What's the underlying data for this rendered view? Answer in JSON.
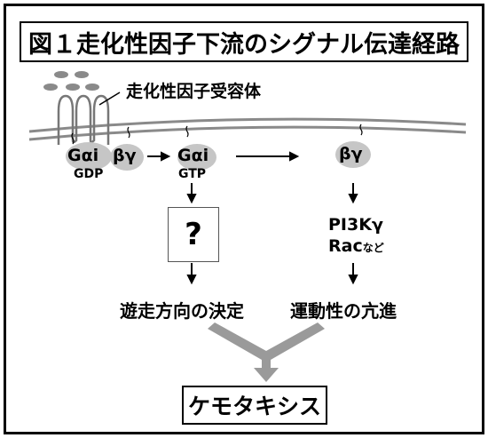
{
  "title": "図１走化性因子下流のシグナル伝達経路",
  "receptor_label": "走化性因子受容体",
  "complex": {
    "galpha_i": "Gαi",
    "beta_gamma": "βγ",
    "gdp": "GDP"
  },
  "activated": {
    "galpha_i": "Gαi",
    "gtp": "GTP",
    "beta_gamma": "βγ"
  },
  "unknown_box": "?",
  "pi3k_label": "PI3Kγ",
  "rac_label": "Rac",
  "rac_suffix": "など",
  "outcome_left": "遊走方向の決定",
  "outcome_right": "運動性の亢進",
  "final": "ケモタキシス",
  "colors": {
    "membrane": "#8a8a8a",
    "protein_fill": "#c6c6c6",
    "gray_arrow": "#9a9a9a"
  }
}
